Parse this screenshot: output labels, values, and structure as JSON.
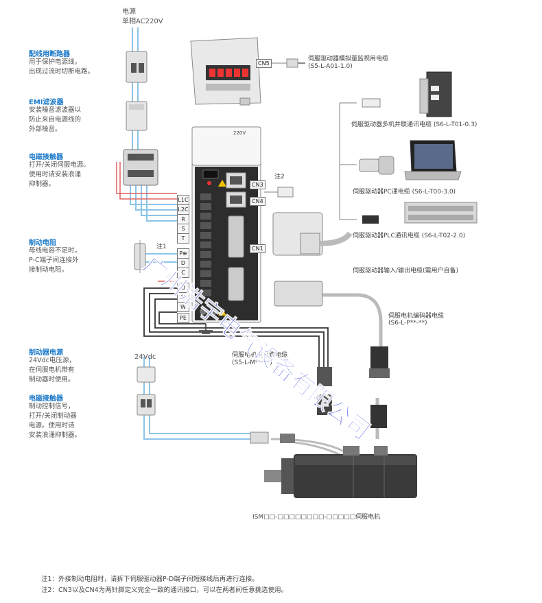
{
  "power_supply": {
    "title": "电源",
    "subtitle": "单相AC220V"
  },
  "side_notes": [
    {
      "title": "配线用断路器",
      "desc": "用于保护电源线，\n出现过流时切断电路。"
    },
    {
      "title": "EMI滤波器",
      "desc": "安装噪音滤波器以\n防止来自电源线的\n外部噪音。"
    },
    {
      "title": "电磁接触器",
      "desc": "打开/关闭伺服电源。\n使用时请安装浪涌\n抑制器。"
    },
    {
      "title": "制动电阻",
      "desc": "母线电容不足时，\nP-C端子间连接外\n接制动电阻。"
    },
    {
      "title": "制动器电源",
      "desc": "24Vdc电压源，\n在伺服电机带有\n制动器时使用。"
    },
    {
      "title": "电磁接触器",
      "desc": "制动控制信号，\n打开/关闭制动器\n电源。使用时请\n安装浪涌抑制器。"
    }
  ],
  "drive": {
    "voltage_label": "220V"
  },
  "ports": {
    "cn5": "CN5",
    "cn3": "CN3",
    "cn4": "CN4",
    "cn1": "CN1"
  },
  "terminals": [
    "L1C",
    "L2C",
    "R",
    "S",
    "T",
    "P⊕",
    "D",
    "C",
    "U",
    "V",
    "W",
    "PE"
  ],
  "labels": {
    "analog_cable": "伺服驱动器模拟量监视用电缆",
    "analog_cable_model": "(S5-L-A01-1.0)",
    "note1": "注1",
    "note2": "注2",
    "multi_cable": "伺服驱动器多机并联通讯电缆 (S6-L-T01-0.3)",
    "pc_cable": "伺服驱动器PC通电缆 (S6-L-T00-3.0)",
    "plc_cable": "伺服驱动器PLC通讯电缆 (S6-L-T02-2.0)",
    "io_cable": "伺服驱动器输入/输出电缆(需用户自备)",
    "encoder_cable": "伺服电机编码器电缆",
    "encoder_cable_model": "(S6-L-P**-**)",
    "main_cable": "伺服电机主电路电缆",
    "main_cable_model": "(S5-L-M**-**)",
    "dc24": "24Vdc",
    "motor": "ISM□□-□□□□□□□□-□□□□□伺服电机"
  },
  "footnotes": [
    "注1：外接制动电阻时，请拆下伺服驱动器P-D端子间短接线后再进行连接。",
    "注2：CN3以及CN4为两针脚定义完全一致的通讯接口，可以在两者间任意挑选使用。"
  ],
  "watermark": "广州浩宇电气设备有限公司",
  "colors": {
    "accent": "#1b79c8",
    "wire_blue": "#8cc4e8",
    "wire_red": "#e06060",
    "watermark": "#2a3de0"
  }
}
